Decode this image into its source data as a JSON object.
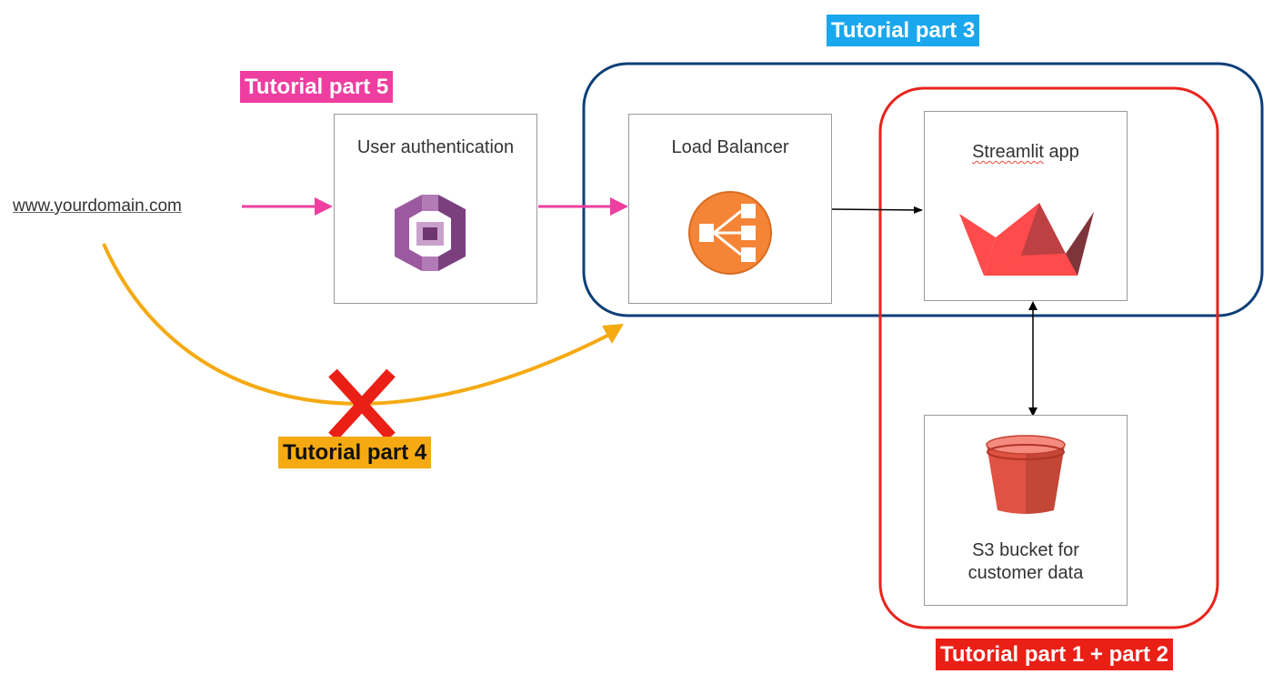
{
  "domain_text": "www.yourdomain.com",
  "nodes": {
    "auth": {
      "label": "User authentication",
      "icon": "aws-cognito-icon"
    },
    "lb": {
      "label": "Load Balancer",
      "icon": "load-balancer-icon"
    },
    "app": {
      "label_word": "Streamlit",
      "label_rest": " app",
      "icon": "streamlit-logo-icon"
    },
    "s3": {
      "label_line1": "S3 bucket for",
      "label_line2": "customer data",
      "icon": "s3-bucket-icon"
    }
  },
  "tags": {
    "part5": "Tutorial part 5",
    "part3": "Tutorial part 3",
    "part4": "Tutorial part 4",
    "part12": "Tutorial part 1 + part 2"
  },
  "colors": {
    "pink": "#ee3ea0",
    "blue_group": "#0e3f78",
    "red_group": "#e8231c",
    "orange": "#f5aa12",
    "cross": "#ea1f16",
    "lb_orange": "#f58536",
    "streamlit_red": "#ff4b4b",
    "s3_red": "#e05243",
    "cognito_purple": "#9b5a9f"
  }
}
